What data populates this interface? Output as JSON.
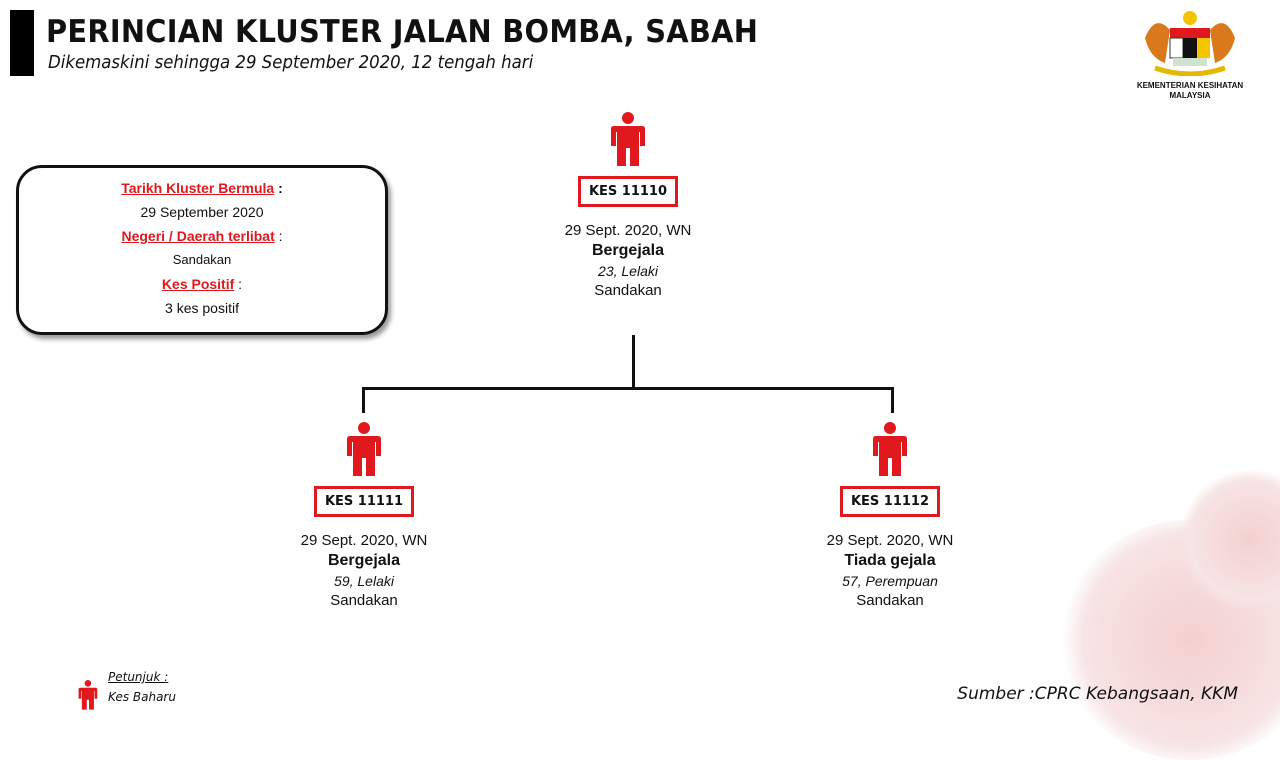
{
  "header": {
    "title": "PERINCIAN KLUSTER JALAN BOMBA, SABAH",
    "subtitle": "Dikemaskini sehingga 29 September 2020, 12 tengah hari"
  },
  "logo": {
    "line1": "KEMENTERIAN KESIHATAN",
    "line2": "MALAYSIA"
  },
  "info": {
    "start_label": "Tarikh Kluster Bermula",
    "start_value": "29 September 2020",
    "region_label": "Negeri / Daerah terlibat",
    "region_value": "Sandakan",
    "positive_label": "Kes Positif",
    "positive_value": "3 kes positif",
    "colon": " :"
  },
  "cases": [
    {
      "id": "KES 11110",
      "date": "29 Sept. 2020, WN",
      "status": "Bergejala",
      "age_sex": "23, Lelaki",
      "district": "Sandakan"
    },
    {
      "id": "KES 11111",
      "date": "29 Sept. 2020, WN",
      "status": "Bergejala",
      "age_sex": "59, Lelaki",
      "district": "Sandakan"
    },
    {
      "id": "KES 11112",
      "date": "29 Sept. 2020, WN",
      "status": "Tiada gejala",
      "age_sex": "57, Perempuan",
      "district": "Sandakan"
    }
  ],
  "legend": {
    "title": "Petunjuk :",
    "item": "Kes Baharu"
  },
  "source": "Sumber :CPRC Kebangsaan,  KKM",
  "colors": {
    "accent": "#e0191f"
  }
}
